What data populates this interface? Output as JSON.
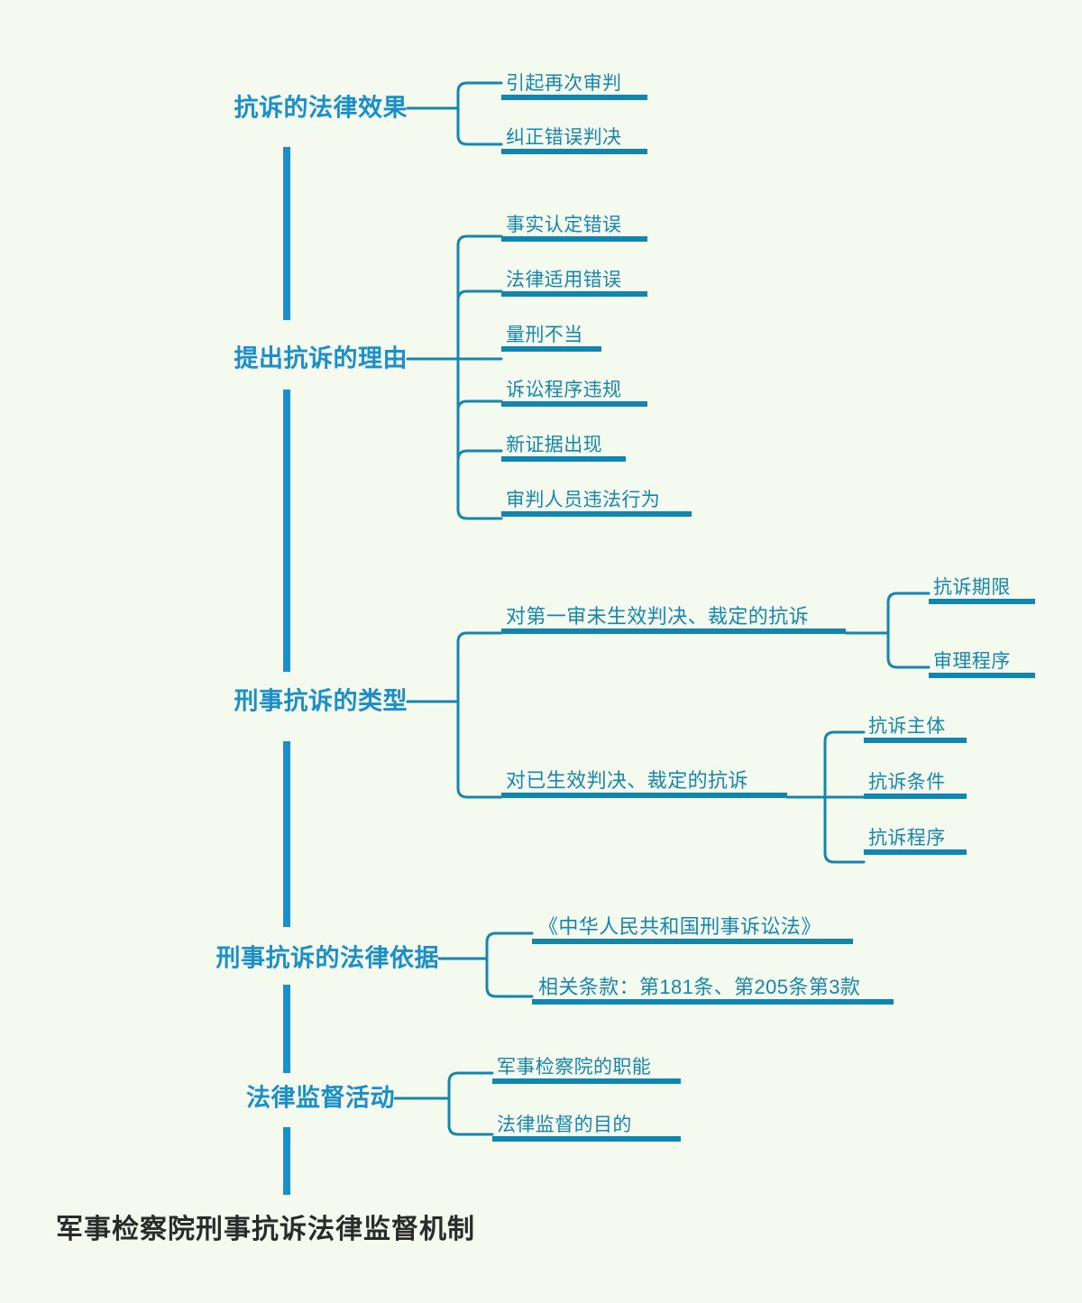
{
  "theme": {
    "background": "#f4fbee",
    "trunk_color": "#1a8fc9",
    "branch_label_color": "#1a8fc9",
    "leaf_color": "#1686ae",
    "underline_color": "#1186b0",
    "connector_color": "#1686ae",
    "title_color": "#2b2b2b"
  },
  "root": {
    "title": "军事检察院刑事抗诉法律监督机制"
  },
  "branches": [
    {
      "label": "抗诉的法律效果",
      "children": [
        {
          "label": "引起再次审判"
        },
        {
          "label": "纠正错误判决"
        }
      ]
    },
    {
      "label": "提出抗诉的理由",
      "children": [
        {
          "label": "事实认定错误"
        },
        {
          "label": "法律适用错误"
        },
        {
          "label": "量刑不当"
        },
        {
          "label": "诉讼程序违规"
        },
        {
          "label": "新证据出现"
        },
        {
          "label": "审判人员违法行为"
        }
      ]
    },
    {
      "label": "刑事抗诉的类型",
      "children": [
        {
          "label": "对第一审未生效判决、裁定的抗诉",
          "children": [
            {
              "label": "抗诉期限"
            },
            {
              "label": "审理程序"
            }
          ]
        },
        {
          "label": "对已生效判决、裁定的抗诉",
          "children": [
            {
              "label": "抗诉主体"
            },
            {
              "label": "抗诉条件"
            },
            {
              "label": "抗诉程序"
            }
          ]
        }
      ]
    },
    {
      "label": "刑事抗诉的法律依据",
      "children": [
        {
          "label": "《中华人民共和国刑事诉讼法》"
        },
        {
          "label": "相关条款：第181条、第205条第3款"
        }
      ]
    },
    {
      "label": "法律监督活动",
      "children": [
        {
          "label": "军事检察院的职能"
        },
        {
          "label": "法律监督的目的"
        }
      ]
    }
  ]
}
